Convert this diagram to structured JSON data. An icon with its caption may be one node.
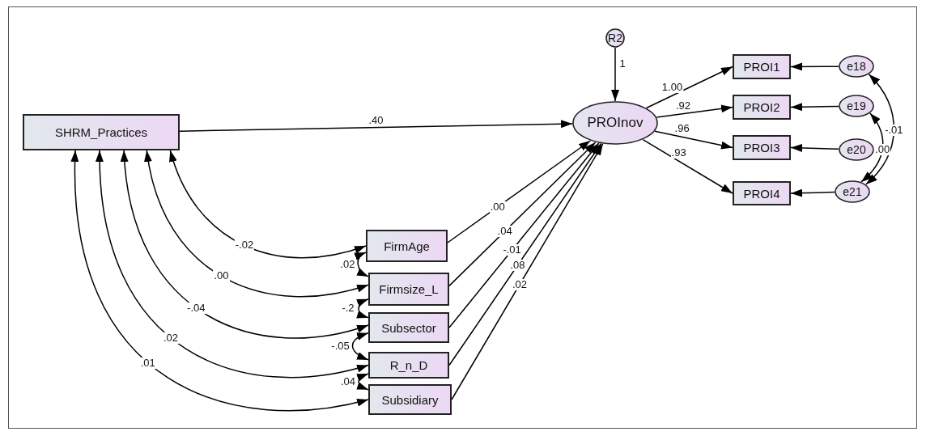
{
  "diagram": {
    "nodes": [
      {
        "text": [
          "SHRM_Practices"
        ]
      },
      {
        "text": [
          "FirmAge"
        ]
      },
      {
        "text": [
          "Firmsize_L"
        ]
      },
      {
        "text": [
          "Subsector"
        ]
      },
      {
        "text": [
          "R_n_D"
        ]
      },
      {
        "text": [
          "Subsidiary"
        ]
      },
      {
        "text": [
          "R2"
        ]
      },
      {
        "text": [
          "PROInov"
        ]
      },
      {
        "text": [
          "PROI1"
        ]
      },
      {
        "text": [
          "PROI2"
        ]
      },
      {
        "text": [
          "PROI3"
        ]
      },
      {
        "text": [
          "PROI4"
        ]
      },
      {
        "text": [
          "e18"
        ]
      },
      {
        "text": [
          "e19"
        ]
      },
      {
        "text": [
          "e20"
        ]
      },
      {
        "text": [
          "e21"
        ]
      }
    ],
    "edges": [
      {
        "from": 0,
        "to": 7,
        "arrow": "to",
        "label": ".40"
      },
      {
        "from": 1,
        "to": 7,
        "arrow": "to",
        "label": ".00"
      },
      {
        "from": 2,
        "to": 7,
        "arrow": "to",
        "label": ".04"
      },
      {
        "from": 3,
        "to": 7,
        "arrow": "to",
        "label": "-.01"
      },
      {
        "from": 4,
        "to": 7,
        "arrow": "to",
        "label": ".08"
      },
      {
        "from": 5,
        "to": 7,
        "arrow": "to",
        "label": ".02"
      },
      {
        "from": 6,
        "to": 7,
        "arrow": "to",
        "label": "1"
      },
      {
        "from": 7,
        "to": 8,
        "arrow": "to",
        "label": "1.00"
      },
      {
        "from": 7,
        "to": 9,
        "arrow": "to",
        "label": ".92"
      },
      {
        "from": 7,
        "to": 10,
        "arrow": "to",
        "label": ".96"
      },
      {
        "from": 7,
        "to": 11,
        "arrow": "to",
        "label": ".93"
      },
      {
        "from": 12,
        "to": 8,
        "arrow": "to"
      },
      {
        "from": 13,
        "to": 9,
        "arrow": "to"
      },
      {
        "from": 14,
        "to": 10,
        "arrow": "to"
      },
      {
        "from": 15,
        "to": 11,
        "arrow": "to"
      },
      {
        "from": 12,
        "to": 15,
        "arrow": "both",
        "label": "-.01"
      },
      {
        "from": 13,
        "to": 15,
        "arrow": "both",
        "label": ".00"
      },
      {
        "from": 0,
        "to": 1,
        "arrow": "both",
        "label": "-.02"
      },
      {
        "from": 0,
        "to": 2,
        "arrow": "both",
        "label": ".00"
      },
      {
        "from": 0,
        "to": 3,
        "arrow": "both",
        "label": "-.04"
      },
      {
        "from": 0,
        "to": 4,
        "arrow": "both",
        "label": ".02"
      },
      {
        "from": 0,
        "to": 5,
        "arrow": "both",
        "label": ".01"
      },
      {
        "from": 1,
        "to": 2,
        "arrow": "both",
        "label": ".02"
      },
      {
        "from": 2,
        "to": 3,
        "arrow": "both",
        "label": "-.2"
      },
      {
        "from": 3,
        "to": 4,
        "arrow": "both",
        "label": "-.05"
      },
      {
        "from": 4,
        "to": 5,
        "arrow": "both",
        "label": ".04"
      }
    ]
  }
}
